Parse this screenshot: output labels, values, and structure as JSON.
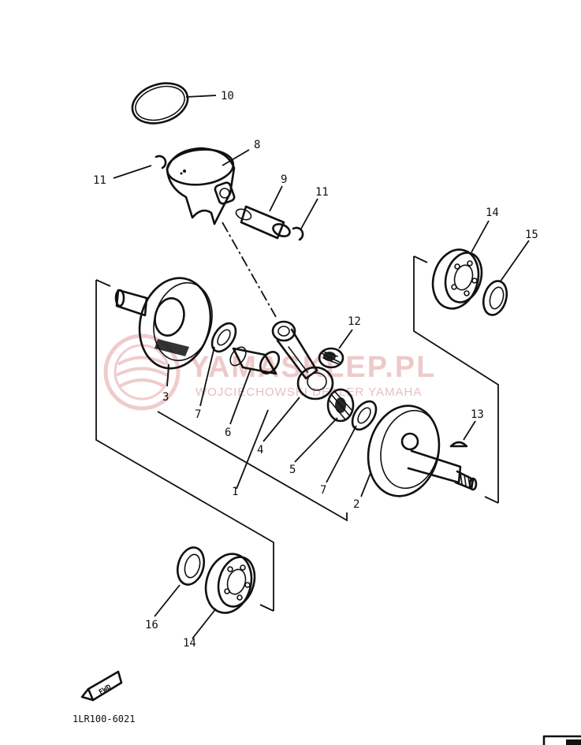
{
  "diagram": {
    "callouts": {
      "c1": "1",
      "c2": "2",
      "c3": "3",
      "c4": "4",
      "c5": "5",
      "c6": "6",
      "c7a": "7",
      "c7b": "7",
      "c8": "8",
      "c9": "9",
      "c10": "10",
      "c11a": "11",
      "c11b": "11",
      "c12": "12",
      "c13": "13",
      "c14a": "14",
      "c14b": "14",
      "c15": "15",
      "c16": "16"
    },
    "drawing_code": "1LR100-6021",
    "fwd_label": "FWD",
    "watermark": {
      "main": "YAMASKLEP.PL",
      "sub": "WOJCIECHOWSKI DEALER YAMAHA",
      "color": "#e7b9b9"
    }
  }
}
